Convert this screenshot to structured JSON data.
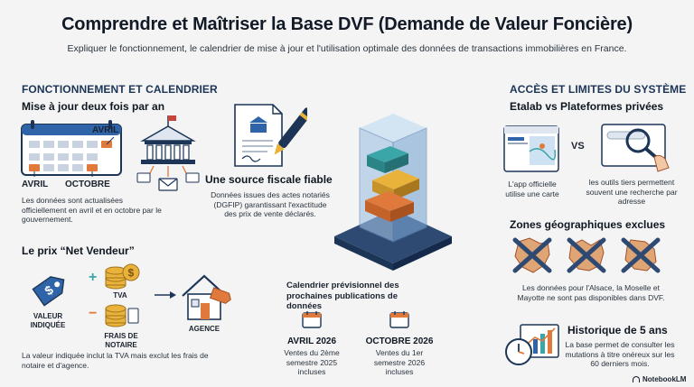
{
  "header": {
    "title": "Comprendre et Maîtriser la Base DVF (Demande de Valeur Foncière)",
    "subtitle": "Expliquer le fonctionnement, le calendrier de mise à jour et l'utilisation optimale des données de transactions immobilières en France."
  },
  "left": {
    "section_title": "FONCTIONNEMENT ET CALENDRIER",
    "update": {
      "heading": "Mise à jour deux fois par an",
      "label_avril_top": "AVRIL",
      "label_avril": "AVRIL",
      "label_octobre": "OCTOBRE",
      "text": "Les données sont actualisées officiellement en avril et en octobre par le gouvernement."
    },
    "source": {
      "heading": "Une source fiscale fiable",
      "text": "Données issues des actes notariés (DGFIP) garantissant l'exactitude des prix de vente déclarés."
    },
    "price": {
      "heading": "Le prix “Net Vendeur”",
      "label_valeur": "VALEUR INDIQUÉE",
      "label_tva": "TVA",
      "label_frais": "FRAIS DE NOTAIRE",
      "label_agence": "AGENCE",
      "plus": "+",
      "minus": "−",
      "text": "La valeur indiquée inclut la TVA mais exclut les frais de notaire et d'agence."
    }
  },
  "center": {
    "calendar_title": "Calendrier prévisionnel des prochaines publications de données",
    "avril": {
      "title": "AVRIL 2026",
      "text": "Ventes du 2ème semestre 2025 incluses"
    },
    "octobre": {
      "title": "OCTOBRE 2026",
      "text": "Ventes du 1er semestre 2026 incluses"
    }
  },
  "right": {
    "section_title": "ACCÈS ET LIMITES DU SYSTÈME",
    "etalab": {
      "heading": "Etalab vs Plateformes privées",
      "vs": "VS",
      "text_left": "L'app officielle utilise une carte",
      "text_right": "les outils tiers permettent souvent une recherche par adresse"
    },
    "zones": {
      "heading": "Zones géographiques exclues",
      "text": "Les données pour l'Alsace, la Moselle et Mayotte ne sont pas disponibles dans DVF."
    },
    "history": {
      "heading": "Historique de 5 ans",
      "text": "La base permet de consulter les mutations à titre onéreux sur les 60 derniers mois."
    }
  },
  "footer": {
    "brand": "NotebookLM"
  },
  "colors": {
    "navy": "#1c3557",
    "orange": "#e07a3c",
    "teal": "#3aa6a8",
    "gold": "#e9b23a",
    "blue": "#2f64a8"
  }
}
